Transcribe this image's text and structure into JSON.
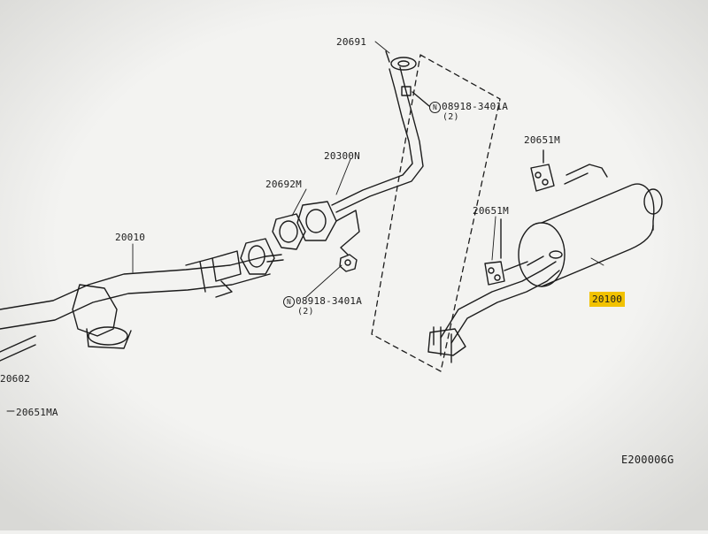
{
  "diagram": {
    "code": "E200006G",
    "labels": {
      "p20691": "20691",
      "p08918_top": "08918-3401A",
      "p08918_top_qty": "(2)",
      "p20651m_top": "20651M",
      "p20300n": "20300N",
      "p20692m": "20692M",
      "p20651m_mid": "20651M",
      "p20010": "20010",
      "p08918_bot": "08918-3401A",
      "p08918_bot_qty": "(2)",
      "p20100": "20100",
      "p20602": "20602",
      "p20651ma": "20651MA"
    },
    "n_marker": "N",
    "highlight_color": "#f2c200"
  }
}
